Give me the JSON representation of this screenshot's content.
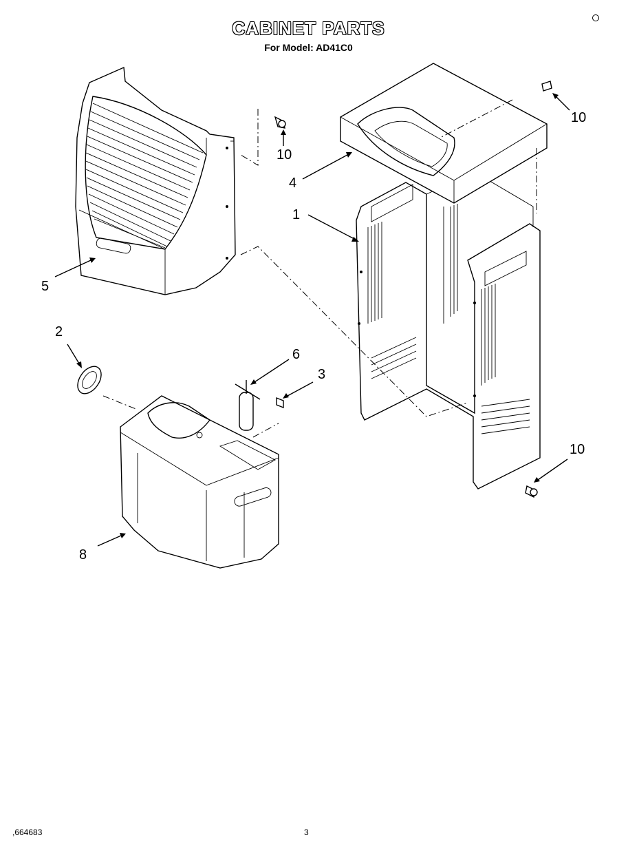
{
  "header": {
    "title": "CABINET PARTS",
    "subtitle": "For Model: AD41C0"
  },
  "callouts": [
    {
      "id": "callout-10-top-left",
      "label": "10"
    },
    {
      "id": "callout-10-top-right",
      "label": "10"
    },
    {
      "id": "callout-4",
      "label": "4"
    },
    {
      "id": "callout-1",
      "label": "1"
    },
    {
      "id": "callout-5",
      "label": "5"
    },
    {
      "id": "callout-2",
      "label": "2"
    },
    {
      "id": "callout-6",
      "label": "6"
    },
    {
      "id": "callout-3",
      "label": "3"
    },
    {
      "id": "callout-10-bottom-right",
      "label": "10"
    },
    {
      "id": "callout-8",
      "label": "8"
    }
  ],
  "footer": {
    "doc_number": ",664683",
    "page_number": "3"
  }
}
